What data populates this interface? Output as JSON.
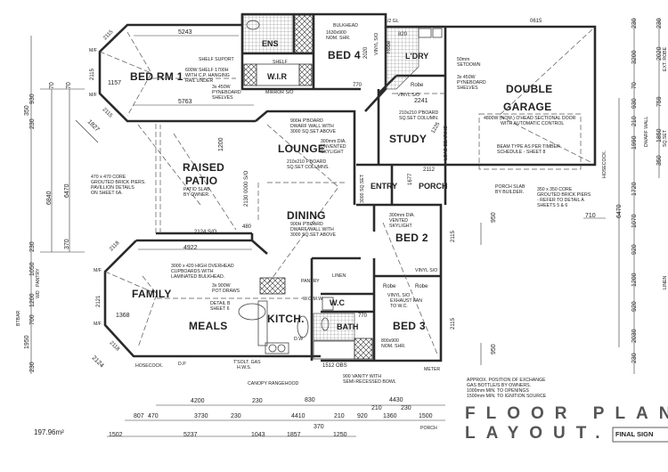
{
  "title": {
    "line1": "FLOOR PLAN",
    "line2": "LAYOUT.",
    "stamp": "FINAL SIGN"
  },
  "area": "197.96m²",
  "rooms": {
    "bed1": "BED RM 1",
    "ens": "ENS",
    "wir": "W.I.R",
    "bed4": "BED 4",
    "ldry": "L'DRY",
    "garage1": "DOUBLE",
    "garage2": "GARAGE",
    "patio1": "RAISED",
    "patio2": "PATIO",
    "lounge": "LOUNGE",
    "study": "STUDY",
    "entry": "ENTRY",
    "porch": "PORCH",
    "dining": "DINING",
    "bed2": "BED 2",
    "family": "FAMILY",
    "meals": "MEALS",
    "kitch": "KITCH.",
    "bath": "BATH",
    "wc": "W.C",
    "bed3": "BED 3",
    "pantry": "PANTRY",
    "linen": "LINEN",
    "robe": "Robe",
    "dw": "D.W",
    "wo": "W.O M.W"
  },
  "notes": {
    "bulkhead": "BULKHEAD",
    "shr4a": "1630x900",
    "shr4b": "NOM. SHR.",
    "shelf_support": "SHELF SUPORT",
    "shelf": "SHELF",
    "shelf600a": "600W SHELF 1700H",
    "shelf600b": "WITH C.P. HANGING",
    "shelf600c": "RAIL UNDER",
    "pyne1a": "3x 450W",
    "pyne1b": "PYNEBOARD",
    "pyne1c": "SHELVES",
    "mirror": "MIRROR S/O",
    "vinyl4": "VINYL S/O",
    "gl": "1/2 GL",
    "setdown1": "50mm",
    "setdown2": "SETDOWN",
    "pyne2a": "3x 450W",
    "pyne2b": "PYNEBOARD",
    "pyne2c": "SHELVES",
    "door1": "4800W (NOM.) O'HEAD SECTIONAL DOOR",
    "door2": "WITH AUTOMATIC CONTROL",
    "beam1": "BEAM TYPE AS PER TIMBER",
    "beam2": "SCHEDULE - SHEET 8",
    "vinylstudy": "VINYL S/O",
    "dwarf1a": "900H P'BOARD",
    "dwarf1b": "DWARF WALL WITH",
    "dwarf1c": "3000 SQ.SET ABOVE",
    "sky1a": "300mm DIA.",
    "sky1b": "UNVENTED",
    "sky1c": "SKYLIGHT",
    "col1a": "210x210 P'BOARD",
    "col1b": "SQ.SET COLUMNS.",
    "col2a": "210x210 P'BOARD",
    "col2b": "SQ.SET COLUMN.",
    "pier1a": "470 x 470 CORE",
    "pier1b": "GROUTED BRICK PIERS.",
    "pier1c": "PAVILLION DETAILS",
    "pier1d": "ON SHEET 6A.",
    "patioslab1": "PATIO SLAB",
    "patioslab2": "BY OWNER.",
    "porchslab1": "PORCH SLAB",
    "porchslab2": "BY BUILDER.",
    "pier2a": "350 x 350 CORE",
    "pier2b": "GROUTED BRICK PIERS",
    "pier2c": "- REFER TO DETAIL A",
    "pier2d": "SHEETS 5 & 6",
    "dwarf2a": "900H P'BOARD",
    "dwarf2b": "DWARF WALL WITH",
    "dwarf2c": "3000 SQ.SET ABOVE",
    "sky2a": "300mm DIA.",
    "sky2b": "VENTED",
    "sky2c": "SKYLIGHT",
    "cup1": "3000 x 420 HIGH OVERHEAD",
    "cup2": "CUPBOARDS WITH",
    "cup3": "LAMINATED BULKHEAD.",
    "pot1": "3x 900W",
    "pot2": "POT DRAWS",
    "det1": "DETAIL B",
    "det2": "SHEET 6",
    "vinylbed2": "VINYL S/O",
    "exh1": "VINYL S/O",
    "exh2": "EXHAUST FAN",
    "exh3": "TO W.C.",
    "shr3a": "800x900",
    "shr3b": "NOM. SHR.",
    "hosecock": "HOSECOCK.",
    "hosecock2": "HOSECOCK.",
    "dp": "D.P",
    "gas1": "T'SOLT. GAS",
    "gas2": "H.W.S.",
    "canopy": "CANOPY RANGEHOOD",
    "obs": "1512 OBS",
    "van1": "900 VANITY WITH",
    "van2": "SEMI-RECESSED BOWL",
    "meter": "METER",
    "gasb1": "APPROX. POSITION OF EXCHANGE",
    "gasb2": "GAS BOTTLE/S BY OWNERS.",
    "gasb3": "1000mm MIN. TO OPENINGS",
    "gasb4": "1500mm MIN. TO IGNITION SOURCE",
    "loadbearing": "LOAD BEARING",
    "mf": "M/F",
    "sqset3000": "3000 SQ.SET",
    "dwarfwall": "DWARF WALL",
    "sqset": "SQ.SET",
    "extrobe": "EXT. ROBE",
    "linen_r": "LINEN",
    "pantry_l": "PANTRY",
    "wd": "WD",
    "btbar": "BTBAR"
  },
  "dims": {
    "d5243": "5243",
    "d5763": "5763",
    "d1157": "1157",
    "d2115": "2115",
    "d1827": "1827",
    "d1200": "1200",
    "d2130": "2130 0000 S/O",
    "d2124so": "2124 S/O",
    "d4922": "4922",
    "d1368": "1368",
    "d2121": "2121",
    "d2118": "2118",
    "d2124": "2124",
    "d770": "770",
    "d2241": "2241",
    "d2112": "2112",
    "d0615": "0615",
    "d2020": "2020",
    "d950": "950",
    "d710": "710",
    "d820": "820",
    "d1225": "1225",
    "d1677": "1677",
    "d480": "480",
    "b4200": "4200",
    "b230": "230",
    "b830": "830",
    "b4430": "4430",
    "b807": "807",
    "b470": "470",
    "b3730": "3730",
    "b230b": "230",
    "b4410": "4410",
    "b210": "210",
    "b920": "920",
    "b210b": "210",
    "b1360": "1360",
    "b230c": "230",
    "b1500": "1500",
    "bporch": "PORCH",
    "b1502": "1502",
    "b5237": "5237",
    "b1043": "1043",
    "b1857": "1857",
    "b370": "370",
    "b1250": "1250",
    "l6840": "6840",
    "l6470": "6470",
    "l930": "930",
    "l350": "350",
    "l230": "230",
    "l70": "70",
    "l1050": "1050",
    "l370": "370",
    "l1200": "1200",
    "l700": "700",
    "l1950": "1950",
    "r230": "230",
    "r3200": "3200",
    "r70": "70",
    "r930": "930",
    "r210": "210",
    "r1990": "1990",
    "r1720": "1720",
    "r1070": "1070",
    "r920": "920",
    "r1200": "1200",
    "r2030": "2030",
    "r6470": "6470",
    "r2020": "2020",
    "r759": "759",
    "r1850": "1850",
    "r350": "350"
  }
}
